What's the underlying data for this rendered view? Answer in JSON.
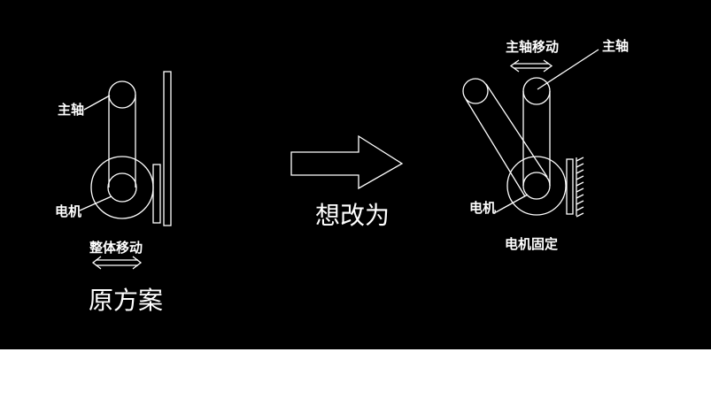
{
  "colors": {
    "background": "#000000",
    "stroke": "#ffffff",
    "text": "#ffffff",
    "below": "#ffffff"
  },
  "left": {
    "spindle_label": "主轴",
    "motor_label": "电机",
    "move_label": "整体移动",
    "title": "原方案"
  },
  "middle": {
    "arrow_label": "想改为"
  },
  "right": {
    "spindle_move_label": "主轴移动",
    "spindle_label": "主轴",
    "motor_label": "电机",
    "motor_fixed_label": "电机固定"
  }
}
